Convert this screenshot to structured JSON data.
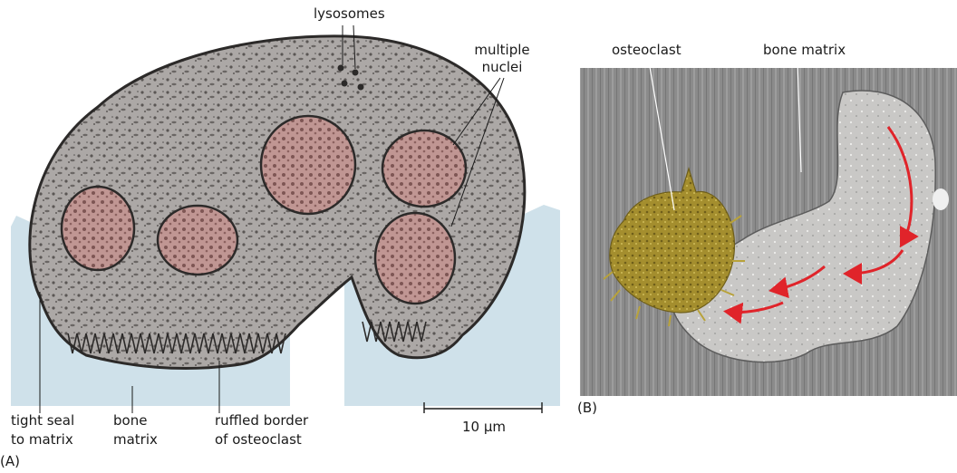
{
  "panel_a": {
    "panel_label": "(A)",
    "labels": {
      "lysosomes": "lysosomes",
      "multiple_nuclei_1": "multiple",
      "multiple_nuclei_2": "nuclei",
      "tight_seal_1": "tight seal",
      "tight_seal_2": "to matrix",
      "bone_matrix_1": "bone",
      "bone_matrix_2": "matrix",
      "ruffled_1": "ruffled border",
      "ruffled_2": "of osteoclast"
    },
    "scale_bar": "10 μm"
  },
  "panel_b": {
    "panel_label": "(B)",
    "labels": {
      "osteoclast": "osteoclast",
      "bone_matrix": "bone matrix"
    }
  },
  "colors": {
    "matrix_blue": "#cfe1ea",
    "cell_gray": "#9e9a98",
    "nucleus": "#b48a86",
    "micrograph_gray": "#858585",
    "osteoclast_yellow": "#b8a23a",
    "arrow_red": "#e0242a"
  }
}
